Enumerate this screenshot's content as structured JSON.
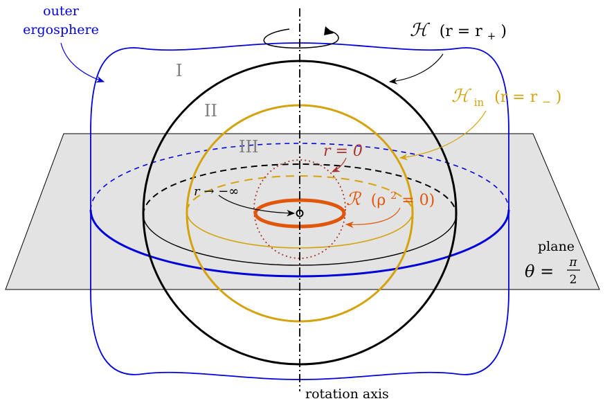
{
  "labels": {
    "outer_ergosphere_line1": "outer",
    "outer_ergosphere_line2": "ergosphere",
    "horizon_symbol": "ℋ",
    "horizon_eq": "(r = r",
    "horizon_sub": "+",
    "horizon_close": ")",
    "inner_horizon_symbol": "ℋ",
    "inner_horizon_sub": "in",
    "inner_horizon_eq": "(r = r",
    "inner_horizon_sub2": "−",
    "inner_horizon_close": ")",
    "r_zero": "r = 0",
    "r_to_minus_inf": "r → −∞",
    "ring_symbol": "ℛ",
    "ring_eq": "(ρ",
    "ring_sup": "2",
    "ring_eq2": " = 0)",
    "region_I": "I",
    "region_II": "II",
    "region_III": "III",
    "plane_word": "plane",
    "plane_theta": "θ =",
    "plane_pi": "π",
    "plane_two": "2",
    "rotation_axis": "rotation axis"
  },
  "colors": {
    "ergosphere": "#0000dd",
    "horizon": "#000000",
    "inner_horizon": "#d4a20a",
    "ring": "#e0560a",
    "r_zero": "#a83232",
    "plane_fill": "#e3e3e3",
    "region_label": "#808080"
  }
}
